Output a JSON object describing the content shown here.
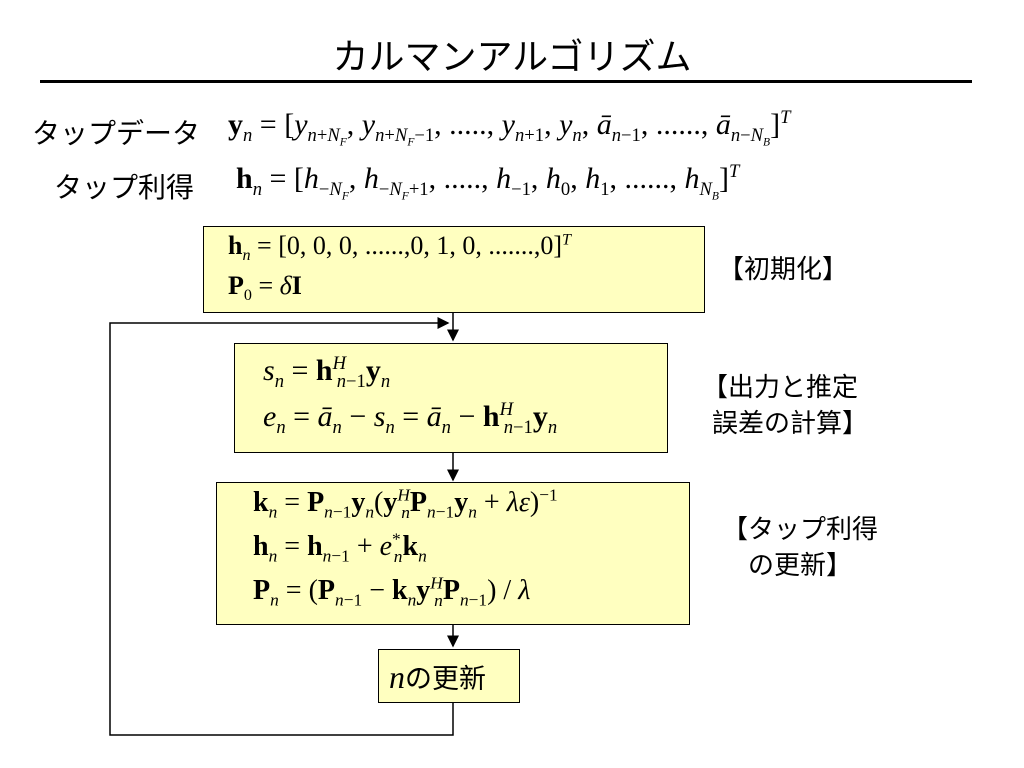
{
  "title": "カルマンアルゴリズム",
  "defs": {
    "tap_data_label": "タップデータ",
    "tap_gain_label": "タップ利得"
  },
  "stages": {
    "init": "【初期化】",
    "output_line1": "【出力と推定",
    "output_line2": "誤差の計算】",
    "update_line1": "【タップ利得",
    "update_line2": "の更新】",
    "n_update": "の更新"
  }
}
